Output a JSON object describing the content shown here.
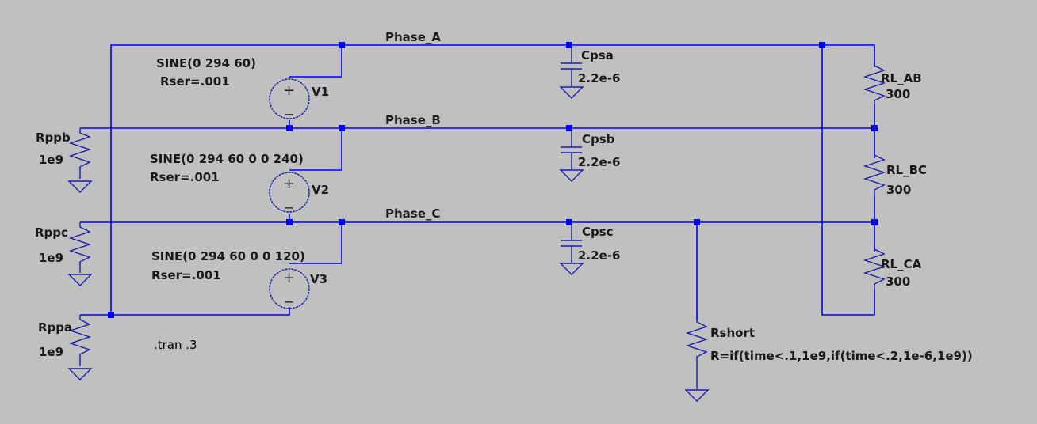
{
  "schematic": {
    "nets": {
      "phase_a": "Phase_A",
      "phase_b": "Phase_B",
      "phase_c": "Phase_C"
    },
    "sources": [
      {
        "name": "V1",
        "value": "SINE(0 294 60)",
        "rser": "Rser=.001"
      },
      {
        "name": "V2",
        "value": "SINE(0 294 60 0 0 240)",
        "rser": "Rser=.001"
      },
      {
        "name": "V3",
        "value": "SINE(0 294 60 0 0 120)",
        "rser": "Rser=.001"
      }
    ],
    "pull_resistors": [
      {
        "name": "Rppb",
        "value": "1e9"
      },
      {
        "name": "Rppc",
        "value": "1e9"
      },
      {
        "name": "Rppa",
        "value": "1e9"
      }
    ],
    "capacitors": [
      {
        "name": "Cpsa",
        "value": "2.2e-6"
      },
      {
        "name": "Cpsb",
        "value": "2.2e-6"
      },
      {
        "name": "Cpsc",
        "value": "2.2e-6"
      }
    ],
    "loads": [
      {
        "name": "RL_AB",
        "value": "300"
      },
      {
        "name": "RL_BC",
        "value": "300"
      },
      {
        "name": "RL_CA",
        "value": "300"
      }
    ],
    "short": {
      "name": "Rshort",
      "value": "R=if(time<.1,1e9,if(time<.2,1e-6,1e9))"
    },
    "directive": ".tran .3",
    "symbols": {
      "plus": "+",
      "minus": "−"
    }
  }
}
